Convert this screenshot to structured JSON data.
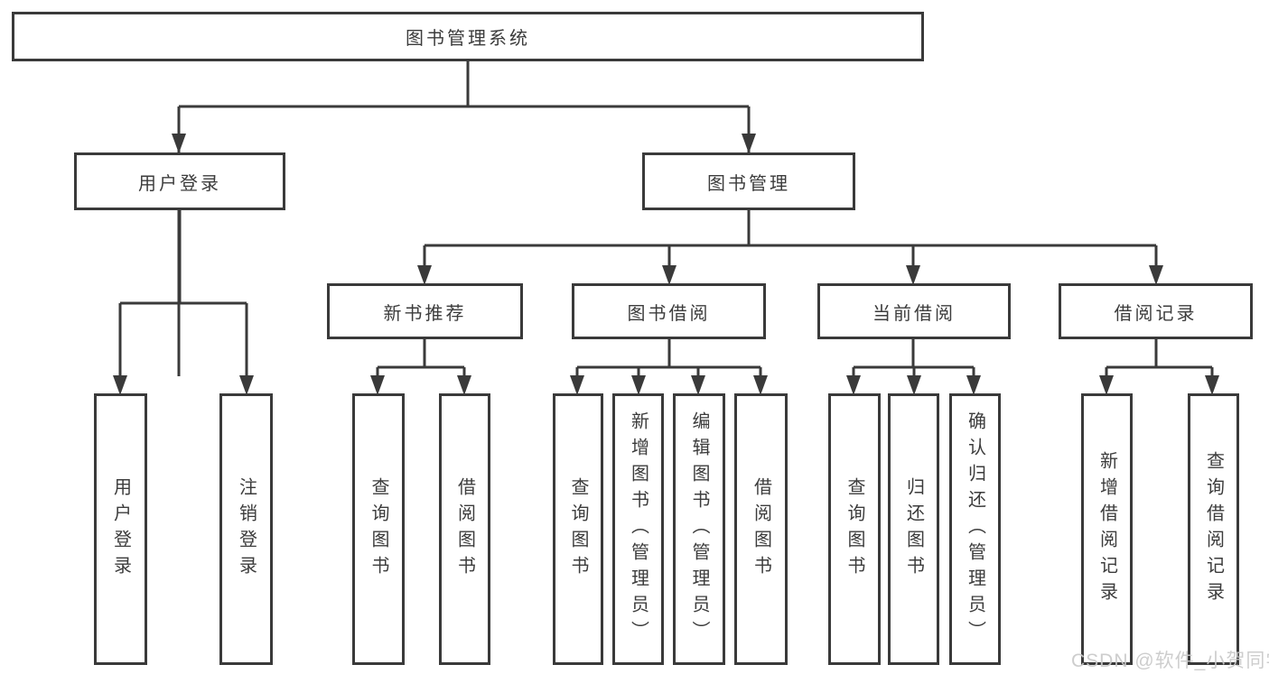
{
  "diagram": {
    "root": {
      "label": "图书管理系统"
    },
    "level2": [
      {
        "label": "用户登录"
      },
      {
        "label": "图书管理"
      }
    ],
    "level3": [
      {
        "label": "新书推荐",
        "parent": "图书管理"
      },
      {
        "label": "图书借阅",
        "parent": "图书管理"
      },
      {
        "label": "当前借阅",
        "parent": "图书管理"
      },
      {
        "label": "借阅记录",
        "parent": "图书管理"
      }
    ],
    "leaves": [
      {
        "label": "用户登录",
        "parent": "用户登录"
      },
      {
        "label": "注销登录",
        "parent": "用户登录"
      },
      {
        "label": "查询图书",
        "parent": "新书推荐"
      },
      {
        "label": "借阅图书",
        "parent": "新书推荐"
      },
      {
        "label": "查询图书",
        "parent": "图书借阅"
      },
      {
        "label": "新增图书（管理员）",
        "parent": "图书借阅"
      },
      {
        "label": "编辑图书（管理员）",
        "parent": "图书借阅"
      },
      {
        "label": "借阅图书",
        "parent": "图书借阅"
      },
      {
        "label": "查询图书",
        "parent": "当前借阅"
      },
      {
        "label": "归还图书",
        "parent": "当前借阅"
      },
      {
        "label": "确认归还（管理员）",
        "parent": "当前借阅"
      },
      {
        "label": "新增借阅记录",
        "parent": "借阅记录"
      },
      {
        "label": "查询借阅记录",
        "parent": "借阅记录"
      }
    ],
    "colors": {
      "line": "#3a3a3a",
      "text": "#3c3c3c",
      "background": "#ffffff",
      "watermark": "#c9c9c9"
    }
  },
  "watermark": {
    "text": "CSDN @软件_小贺同学"
  }
}
